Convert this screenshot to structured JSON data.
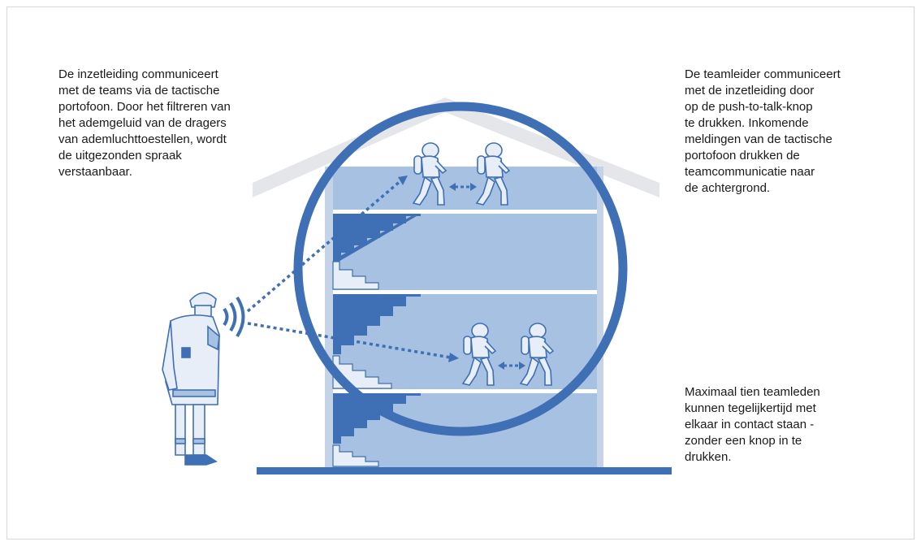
{
  "texts": {
    "left": "De inzetleiding communiceert\nmet de teams via de tactische\nportofoon. Door het filtreren van\nhet ademgeluid van de dragers\nvan ademluchttoestellen, wordt\nde uitgezonden spraak\nverstaanbaar.",
    "right": "De teamleider communiceert\nmet de inzetleiding door\nop de push-to-talk-knop\nte drukken. Inkomende\nmeldingen van de tactische\nportofoon drukken de\nteamcommunicatie naar\nde achtergrond.",
    "bottom": "Maximaal tien teamleden\nkunnen tegelijkertijd met\nelkaar in contact staan -\nzonder een knop in te\ndrukken."
  },
  "colors": {
    "building_fill": "#a7c1e2",
    "accent_blue": "#3f6fb4",
    "figure_light": "#e7eef8",
    "roof_gray": "#e4e6ea"
  },
  "icons": [
    "firefighter-commander-icon",
    "radio-waves-icon",
    "breathing-apparatus-figure-icon",
    "two-way-arrow-icon"
  ]
}
